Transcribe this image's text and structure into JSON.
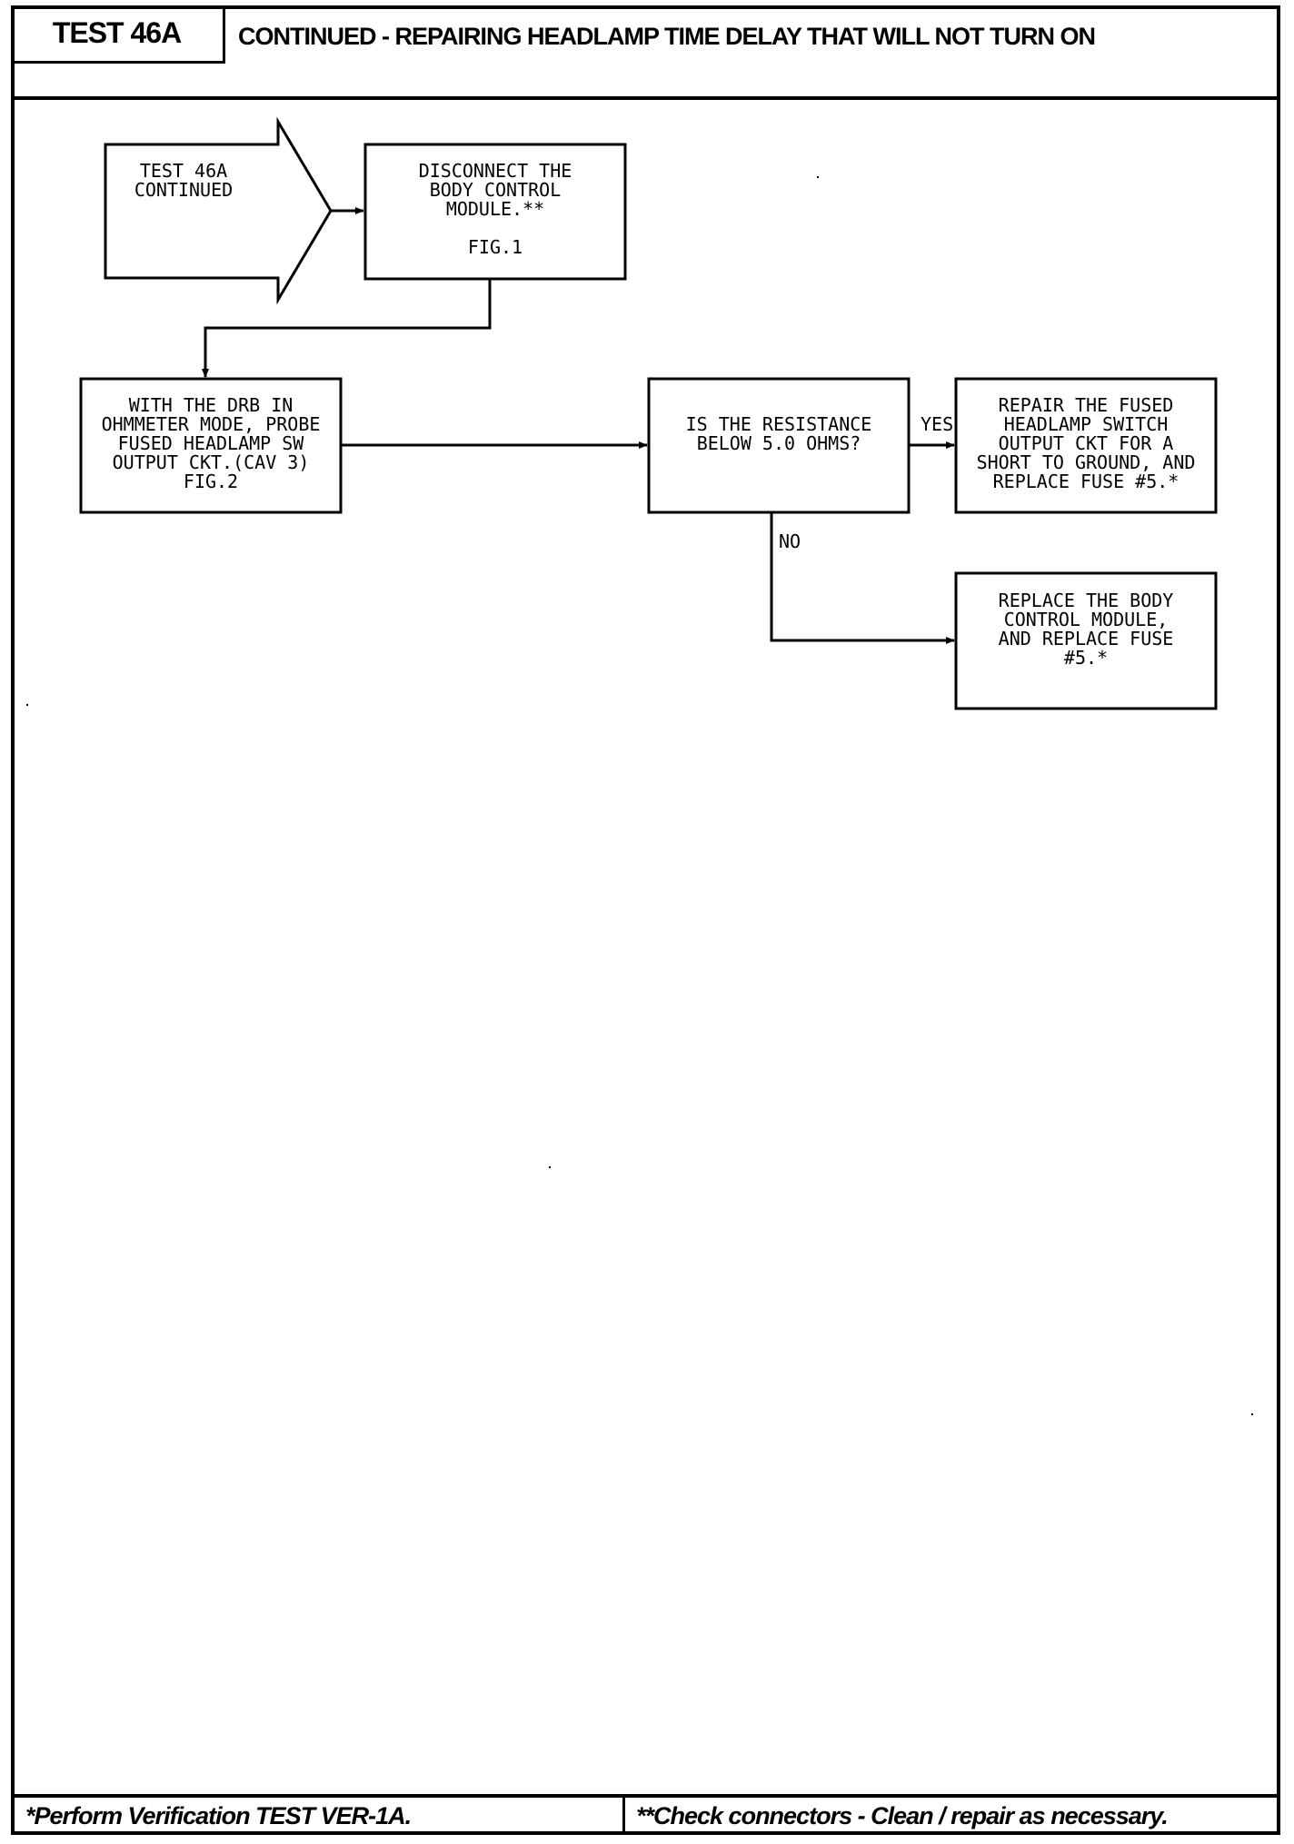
{
  "header": {
    "test_id": "TEST 46A",
    "title": "CONTINUED - REPAIRING HEADLAMP TIME DELAY THAT WILL NOT TURN ON"
  },
  "flowchart": {
    "start": "TEST 46A\nCONTINUED",
    "step_disconnect": "DISCONNECT THE\nBODY CONTROL\nMODULE.**\n\nFIG.1",
    "step_probe": "WITH THE DRB IN\nOHMMETER MODE, PROBE\nFUSED HEADLAMP SW\nOUTPUT CKT.(CAV 3)\nFIG.2",
    "decision": "IS THE RESISTANCE\nBELOW 5.0 OHMS?",
    "yes_label": "YES",
    "no_label": "NO",
    "result_yes": "REPAIR THE FUSED\nHEADLAMP SWITCH\nOUTPUT CKT FOR A\nSHORT TO GROUND, AND\nREPLACE FUSE #5.*",
    "result_no": "REPLACE THE BODY\nCONTROL MODULE,\nAND REPLACE FUSE\n#5.*"
  },
  "footer": {
    "note_single": "*Perform Verification TEST VER-1A.",
    "note_double": "**Check connectors - Clean / repair as necessary."
  }
}
